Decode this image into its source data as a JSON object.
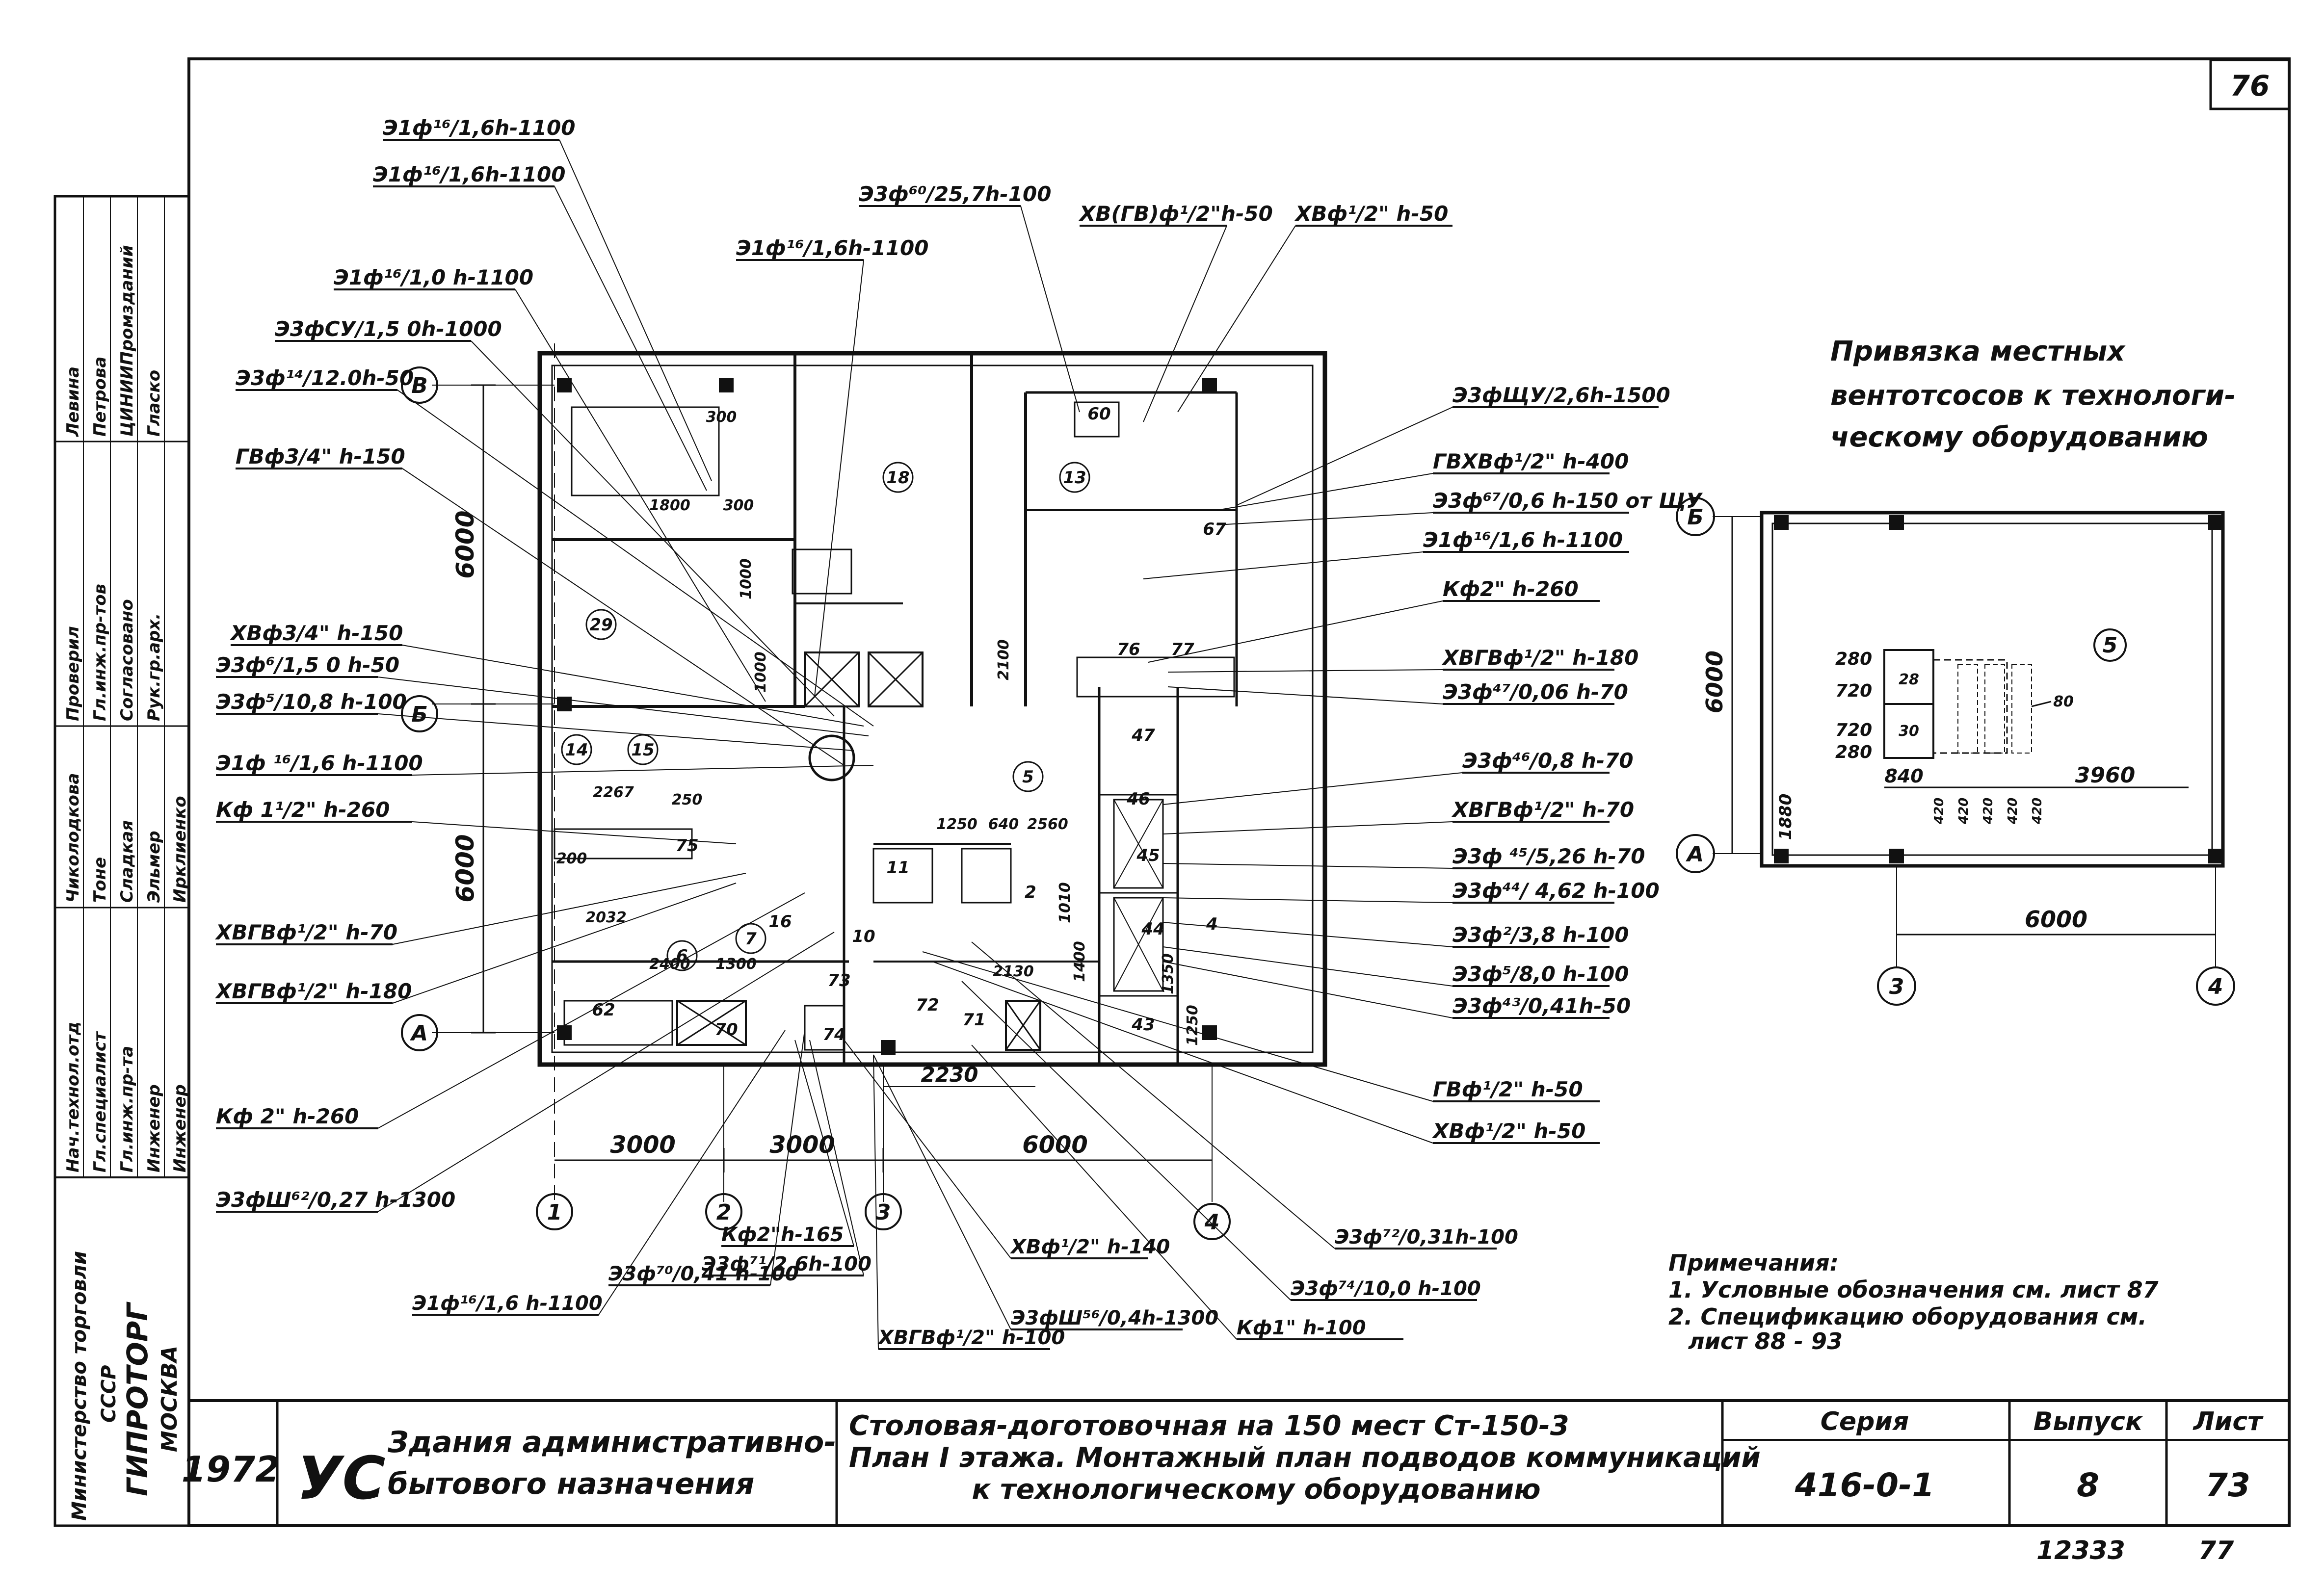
{
  "sheet": {
    "page_number": "76",
    "doc_number": "12333",
    "page_number_bottom": "77"
  },
  "side_stamp": {
    "org_lines": [
      "Министерство торговли",
      "СССР",
      "ГИПРОТОРГ",
      "МОСКВА"
    ],
    "roles": [
      "Нач.технол.отд",
      "Гл.специалист",
      "Гл.инж.пр-та",
      "Инженер",
      "Инженер",
      "Проверил",
      "Гл.инж.пр-тов",
      "Согласовано",
      "Рук.гр.арх."
    ],
    "names": [
      "Чиколодкова",
      "Тоне",
      "Сладкая",
      "Эльмер",
      "Ирклиенко",
      "Левина",
      "Петрова",
      "ЦИНИИПромзданий",
      "Глаcко"
    ]
  },
  "title_block": {
    "year": "1972",
    "logo": "УС",
    "category_line1": "Здания административно-",
    "category_line2": "бытового назначения",
    "title_line1": "Столовая-доготовочная на 150 мест Ст-150-3",
    "title_line2": "План I этажа. Монтажный план подводов коммуникаций",
    "title_line3": "к технологическому оборудованию",
    "series_label": "Серия",
    "series_value": "416-0-1",
    "issue_label": "Выпуск",
    "issue_value": "8",
    "sheet_label": "Лист",
    "sheet_value": "73"
  },
  "callouts_left": [
    "Э1ф¹⁶/1,6h-1100",
    "Э1ф¹⁶/1,6h-1100",
    "Э1ф¹⁶/1,0 h-1100",
    "Э3фСУ/1,5 0h-1000",
    "Э3ф¹⁴/12.0h-50",
    "ГВф3/4\" h-150",
    "ХВф3/4\" h-150",
    "Э3ф⁶/1,5 0 h-50",
    "Э3ф⁵/10,8 h-100",
    "Э1ф ¹⁶/1,6 h-1100",
    "Кф 1¹/2\" h-260",
    "ХВГВф¹/2\" h-70",
    "ХВГВф¹/2\" h-180",
    "Кф 2\" h-260",
    "Э3фШ⁶²/0,27 h-1300"
  ],
  "callouts_top": [
    "Э1ф¹⁶/1,6h-1100",
    "Э3ф⁶⁰/25,7h-100",
    "ХВ(ГВ)ф¹/2\"h-50",
    "ХВф¹/2\" h-50"
  ],
  "callouts_right": [
    "Э3фЩУ/2,6h-1500",
    "ГВХВф¹/2\" h-400",
    "Э3ф⁶⁷/0,6 h-150 от ЩУ",
    "Э1ф¹⁶/1,6 h-1100",
    "Кф2\" h-260",
    "ХВГВф¹/2\" h-180",
    "Э3ф⁴⁷/0,06 h-70",
    "Э3ф⁴⁶/0,8 h-70",
    "ХВГВф¹/2\" h-70",
    "Э3ф ⁴⁵/5,26 h-70",
    "Э3ф⁴⁴/ 4,62 h-100",
    "Э3ф²/3,8 h-100",
    "Э3ф⁵/8,0 h-100",
    "Э3ф⁴³/0,41h-50",
    "ГВф¹/2\" h-50",
    "ХВф¹/2\" h-50"
  ],
  "callouts_bottom": [
    "Э1ф¹⁶/1,6 h-1100",
    "Э3ф⁷⁰/0,41 h-100",
    "Кф2\"h-165",
    "Э3ф⁷¹/2,6h-100",
    "ХВф¹/2\" h-140",
    "ХВГВф¹/2\" h-100",
    "Э3фШ⁵⁶/0,4h-1300",
    "Кф1\" h-100",
    "Э3ф⁷²/0,31h-100",
    "Э3ф⁷⁴/10,0 h-100"
  ],
  "plan_dimensions": {
    "left_upper": "6000",
    "left_lower": "6000",
    "bottom_1": "3000",
    "bottom_2": "3000",
    "bottom_3": "6000",
    "bottom_4": "2230",
    "inner": [
      "1800",
      "300",
      "300",
      "1000",
      "1000",
      "2100",
      "2560",
      "2400",
      "1300",
      "2267",
      "250",
      "200",
      "2032",
      "1250",
      "640",
      "2130",
      "1010",
      "1400",
      "1350",
      "1250"
    ]
  },
  "axes": {
    "rows": [
      "В",
      "Б",
      "А"
    ],
    "cols": [
      "1",
      "2",
      "3",
      "4"
    ]
  },
  "room_numbers": [
    "18",
    "13",
    "29",
    "14",
    "15",
    "5",
    "6",
    "7",
    "60",
    "67",
    "76",
    "77",
    "47",
    "46",
    "45",
    "44",
    "43",
    "11",
    "10",
    "71",
    "72",
    "73",
    "75",
    "2",
    "4",
    "16",
    "62",
    "70",
    "74"
  ],
  "detail": {
    "title_line1": "Привязка местных",
    "title_line2": "вентотсосов к технологи-",
    "title_line3": "ческому оборудованию",
    "axis_top": "Б",
    "axis_bottom": "А",
    "col_left": "3",
    "col_right": "4",
    "room": "5",
    "dim_vertical": "6000",
    "dim_horizontal": "6000",
    "dim_3960": "3960",
    "dim_840": "840",
    "dim_1880": "1880",
    "dim_small": [
      "280",
      "720",
      "720",
      "280"
    ],
    "dim_bottom_small": [
      "420",
      "420",
      "420",
      "420",
      "420"
    ],
    "equipment": [
      "28",
      "30",
      "80"
    ]
  },
  "notes": {
    "heading": "Примечания:",
    "line1": "1. Условные обозначения см. лист 87",
    "line2": "2. Спецификацию оборудования см.",
    "line3": "лист 88 - 93"
  }
}
